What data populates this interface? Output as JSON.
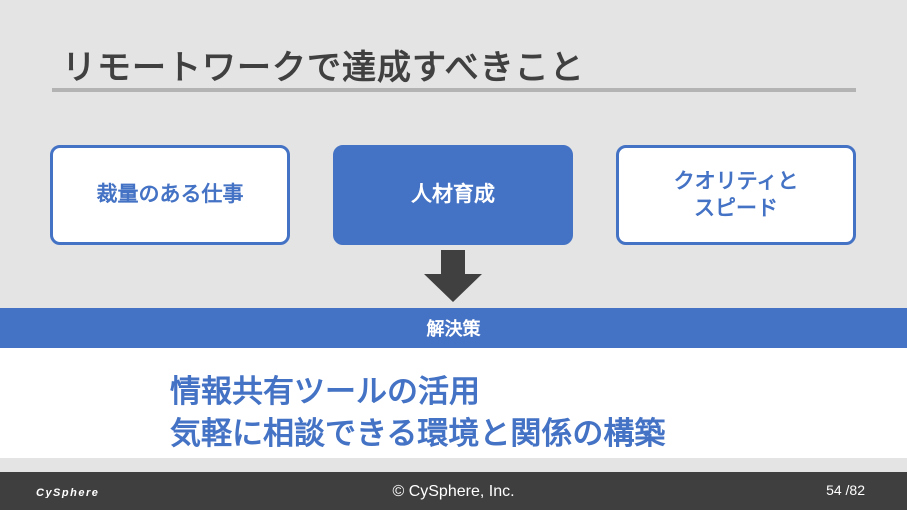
{
  "slide": {
    "title": "リモートワークで達成すべきこと"
  },
  "cards": [
    {
      "label": "裁量のある仕事"
    },
    {
      "label": "人材育成"
    },
    {
      "label": "クオリティと\nスピード"
    }
  ],
  "solution": {
    "heading": "解決策",
    "lines": [
      "情報共有ツールの活用",
      "気軽に相談できる環境と関係の構築"
    ]
  },
  "footer": {
    "logo_text": "CySphere",
    "copyright": "© CySphere, Inc.",
    "page": "54 /82"
  },
  "colors": {
    "accent": "#4472c4",
    "background": "#e4e4e4",
    "title_text": "#404040",
    "footer_bg": "#3f3f3f"
  }
}
